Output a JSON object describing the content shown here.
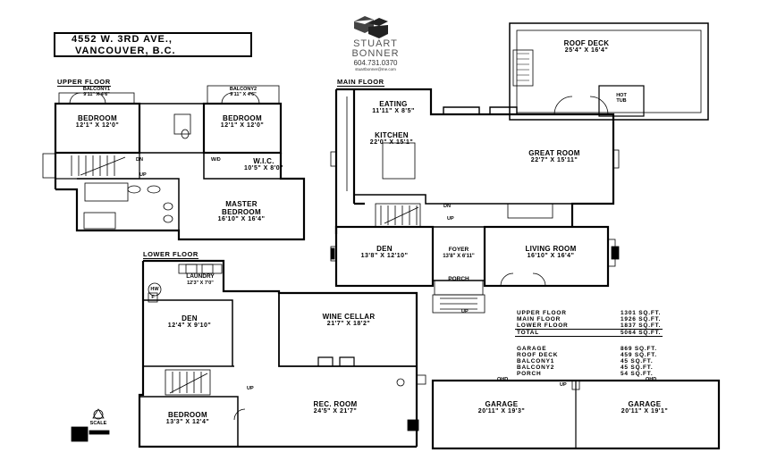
{
  "address": {
    "line1": "4552 W. 3RD AVE.,",
    "line2": "VANCOUVER, B.C."
  },
  "brand": {
    "line1": "STUART",
    "line2": "BONNER",
    "phone": "604.731.0370",
    "web": "stuartbonner@me.com"
  },
  "floors": {
    "upper": "UPPER FLOOR",
    "main": "MAIN FLOOR",
    "lower": "LOWER FLOOR"
  },
  "rooms": {
    "balcony1": {
      "name": "BALCONY1",
      "dim": "9'11\" X 4'6\""
    },
    "balcony2": {
      "name": "BALCONY2",
      "dim": "9'11\" X 4'6\""
    },
    "bedroom_up1": {
      "name": "BEDROOM",
      "dim": "12'1\" X 12'0\""
    },
    "bedroom_up2": {
      "name": "BEDROOM",
      "dim": "12'1\" X 12'0\""
    },
    "wic": {
      "name": "W.I.C.",
      "dim": "10'5\" X 8'0\""
    },
    "master": {
      "name": "MASTER",
      "name2": "BEDROOM",
      "dim": "16'10\" X 16'4\""
    },
    "eating": {
      "name": "EATING",
      "dim": "11'11\" X 8'5\""
    },
    "kitchen": {
      "name": "KITCHEN",
      "dim": "22'0\" X 15'1\""
    },
    "great": {
      "name": "GREAT ROOM",
      "dim": "22'7\" X 15'11\""
    },
    "den_main": {
      "name": "DEN",
      "dim": "13'8\" X 12'10\""
    },
    "foyer": {
      "name": "FOYER",
      "dim": "13'8\" X 6'11\""
    },
    "living": {
      "name": "LIVING ROOM",
      "dim": "16'10\" X 16'4\""
    },
    "porch": {
      "name": "PORCH"
    },
    "roof_deck": {
      "name": "ROOF DECK",
      "dim": "25'4\" X 16'4\""
    },
    "hot_tub": {
      "name": "HOT",
      "name2": "TUB"
    },
    "laundry": {
      "name": "LAUNDRY",
      "dim": "12'3\" X 7'0\""
    },
    "den_lower": {
      "name": "DEN",
      "dim": "12'4\" X 9'10\""
    },
    "wine": {
      "name": "WINE CELLAR",
      "dim": "21'7\" X 18'2\""
    },
    "rec": {
      "name": "REC. ROOM",
      "dim": "24'5\" X 21'7\""
    },
    "bedroom_low": {
      "name": "BEDROOM",
      "dim": "13'3\" X 12'4\""
    },
    "garage1": {
      "name": "GARAGE",
      "dim": "20'11\" X 19'3\""
    },
    "garage2": {
      "name": "GARAGE",
      "dim": "20'11\" X 19'1\""
    }
  },
  "marks": {
    "dn": "DN",
    "up": "UP",
    "wd": "W/D",
    "hw": "HW",
    "f": "F",
    "ohd": "OHD",
    "scale": "SCALE"
  },
  "areas": {
    "rows1": [
      {
        "label": "UPPER FLOOR",
        "value": "1301 SQ.FT."
      },
      {
        "label": "MAIN FLOOR",
        "value": "1926 SQ.FT."
      },
      {
        "label": "LOWER FLOOR",
        "value": "1837 SQ.FT."
      }
    ],
    "total": {
      "label": "TOTAL",
      "value": "5064 SQ.FT."
    },
    "rows2": [
      {
        "label": "GARAGE",
        "value": "869 SQ.FT."
      },
      {
        "label": "ROOF DECK",
        "value": "459 SQ.FT."
      },
      {
        "label": "BALCONY1",
        "value": "45 SQ.FT."
      },
      {
        "label": "BALCONY2",
        "value": "45 SQ.FT."
      },
      {
        "label": "PORCH",
        "value": "54 SQ.FT."
      }
    ]
  }
}
